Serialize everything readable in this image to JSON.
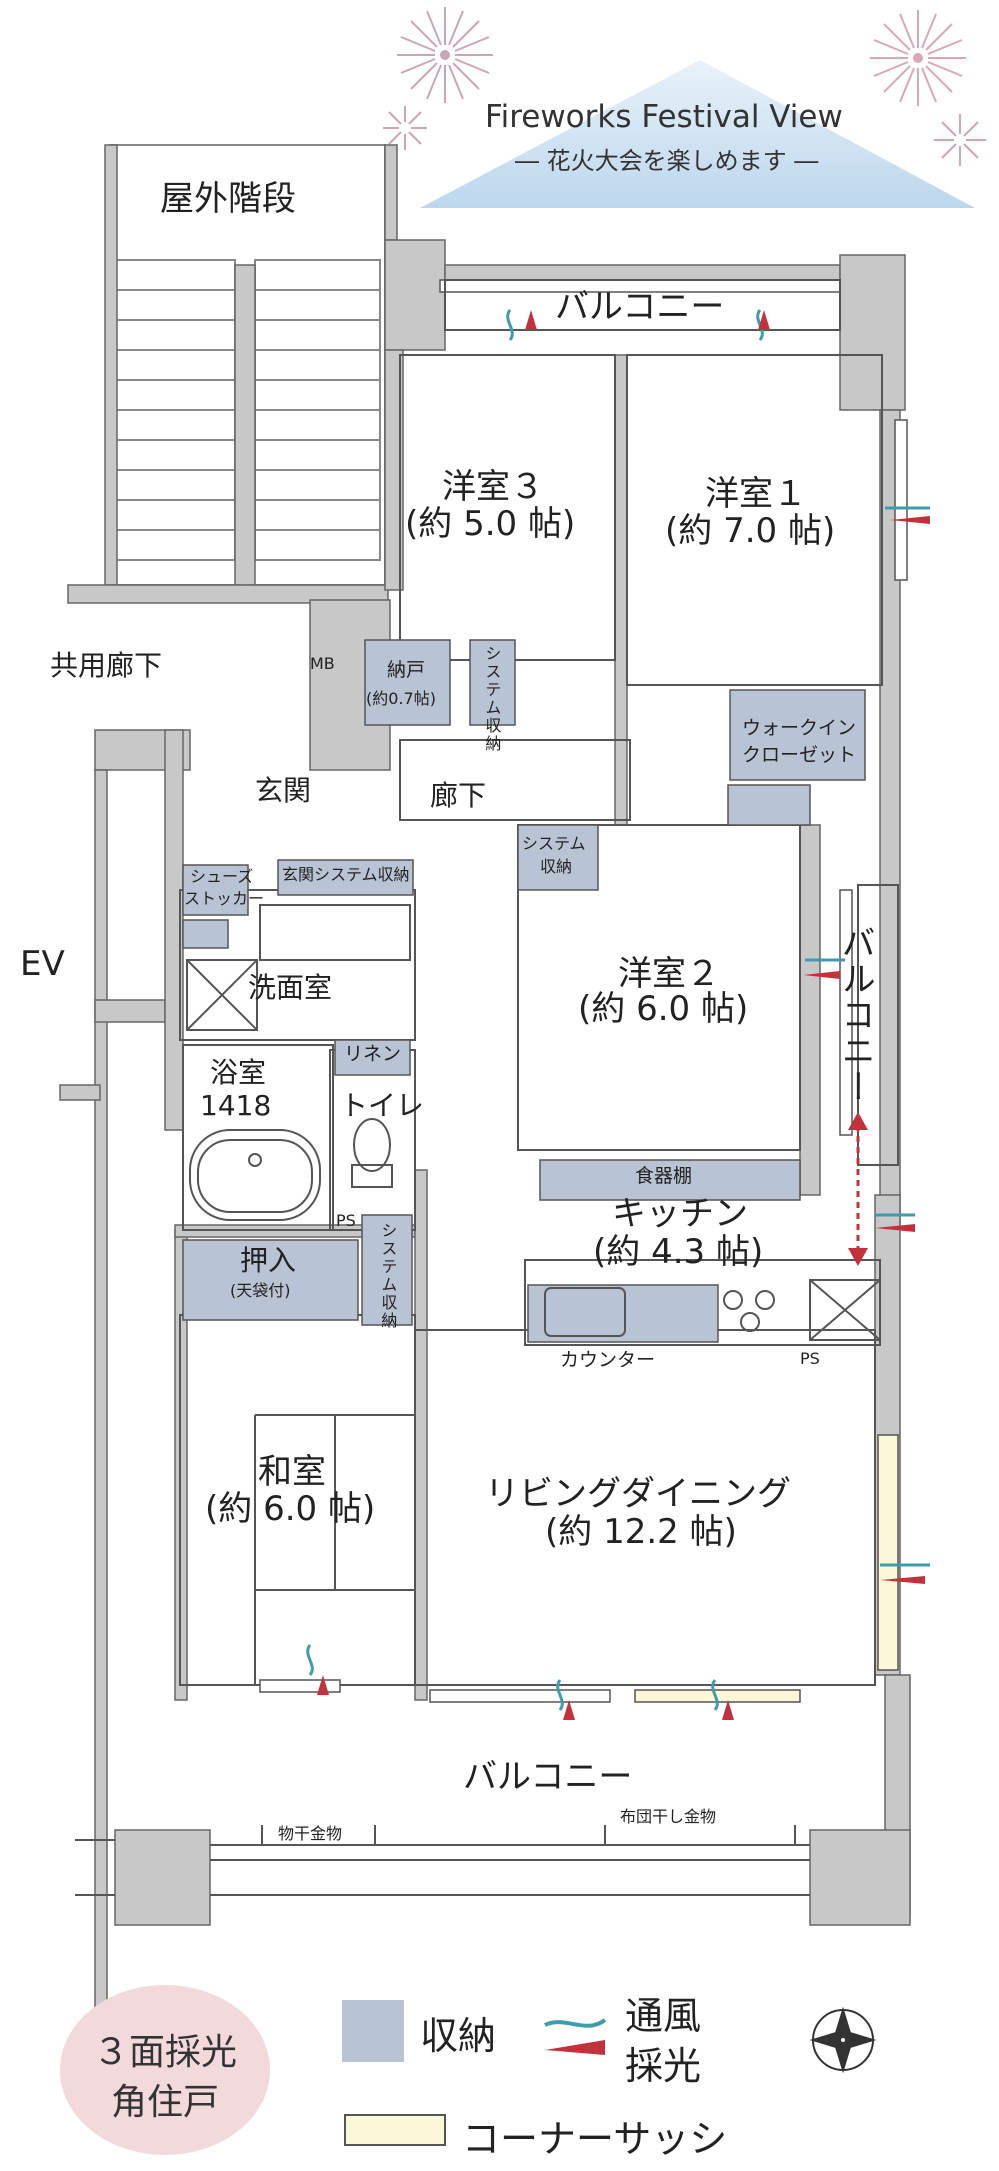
{
  "header": {
    "title": "Fireworks Festival View",
    "subtitle": "― 花火大会を楽しめます ―"
  },
  "rooms": {
    "outdoor_stairs": "屋外階段",
    "shared_corridor": "共用廊下",
    "ev": "EV",
    "mb": "MB",
    "balcony_top": "バルコニー",
    "western3_name": "洋室３",
    "western3_size": "(約 5.0 帖)",
    "western1_name": "洋室１",
    "western1_size": "(約 7.0 帖)",
    "storage_name": "納戸",
    "storage_size": "(約0.7帖)",
    "system_storage_a": "システム収納",
    "walk_in_closet_1": "ウォークイン",
    "walk_in_closet_2": "クローゼット",
    "entrance": "玄関",
    "hallway": "廊下",
    "shoes_stocker_1": "シューズ",
    "shoes_stocker_2": "ストッカー",
    "entrance_storage": "玄関システム収納",
    "system_storage_b_1": "システム",
    "system_storage_b_2": "収納",
    "western2_name": "洋室２",
    "western2_size": "(約 6.0 帖)",
    "balcony_right": "バルコニー",
    "washroom": "洗面室",
    "bath_1": "浴室",
    "bath_2": "1418",
    "linen": "リネン",
    "toilet": "トイレ",
    "ps1": "PS",
    "ps2": "PS",
    "cupboard": "食器棚",
    "kitchen_name": "キッチン",
    "kitchen_size": "(約 4.3 帖)",
    "oshiire_1": "押入",
    "oshiire_2": "(天袋付)",
    "system_storage_c": "システム収納",
    "counter": "カウンター",
    "washitsu_name": "和室",
    "washitsu_size": "(約 6.0 帖)",
    "living_name": "リビングダイニング",
    "living_size": "(約 12.2 帖)",
    "balcony_bottom": "バルコニー",
    "laundry_hanger": "物干金物",
    "futon_hanger": "布団干し金物"
  },
  "badge": {
    "line1": "３面採光",
    "line2": "角住戸"
  },
  "legend": {
    "storage": "収納",
    "ventilation": "通風",
    "lighting": "採光",
    "corner_sash": "コーナーサッシ"
  },
  "colors": {
    "storage": "#b8c3d3",
    "corner_sash": "#fbf8d8",
    "wall": "#c8c8c8",
    "ventilation": "#3f9cab",
    "lighting": "#c3323c",
    "sky": "#cfe3f1",
    "badge": "#f2d9dc"
  }
}
